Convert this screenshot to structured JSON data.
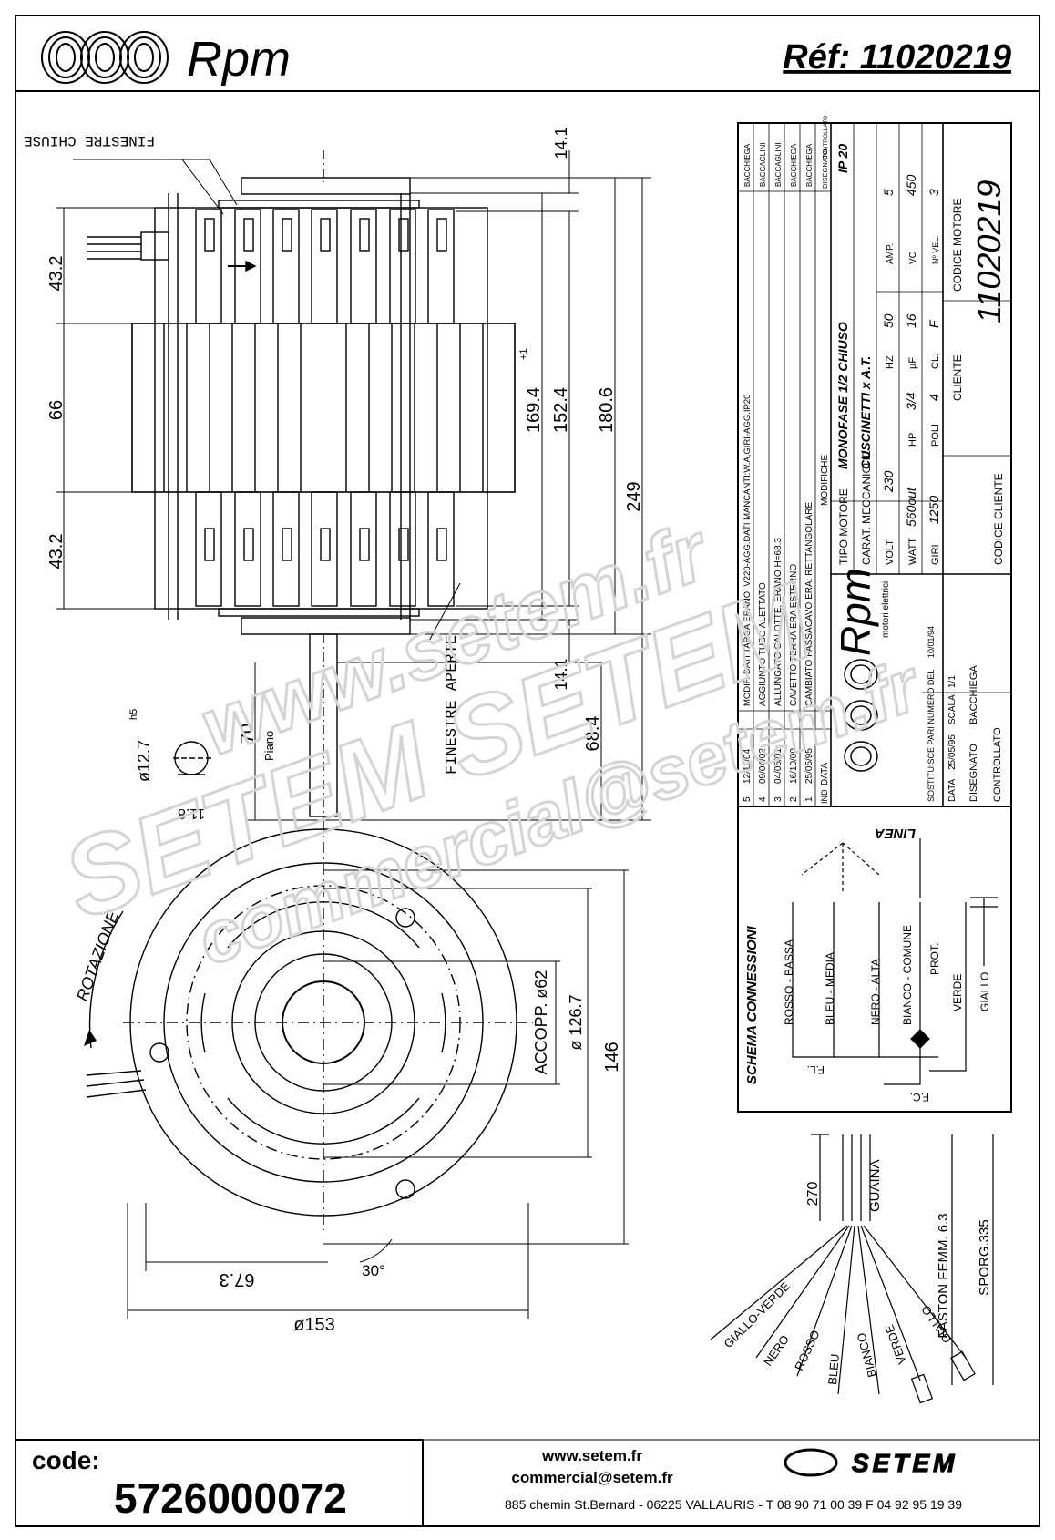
{
  "header": {
    "brand": "Rpm",
    "reference": "Réf: 11020219"
  },
  "side_view": {
    "label_closed": "FINESTRE CHIUSE",
    "label_open": "FINESTRE APERTE",
    "label_plane": "Piano",
    "dims": {
      "top_gap": "14.1",
      "bot_gap": "14.1",
      "d1": "169.4",
      "d1_tol": "+1",
      "d2": "152.4",
      "d3": "180.6",
      "d4": "249",
      "left_top": "43.2",
      "left_mid": "66",
      "left_bot": "43.2",
      "shaft": "70",
      "shaft2": "68.4",
      "shaft_dia": "ø12.7",
      "shaft_tol": "h5",
      "flat": "11.8"
    }
  },
  "front_view": {
    "rotation": "ROTAZIONE",
    "dims": {
      "accopp": "ACCOPP. ø62",
      "d126": "ø 126.7",
      "d146": "146",
      "d67": "67.3",
      "d153": "ø153",
      "angle": "30°"
    }
  },
  "title_block": {
    "revisions": [
      {
        "n": "5",
        "date": "12/11/04",
        "text": "MODIF. DATI TARGA ERANO: V220-AGG.DATI MANCANTI:W.A,GIRI-AGG.IP20",
        "by": "BACCHIEGA"
      },
      {
        "n": "4",
        "date": "09/04/03",
        "text": "AGGIUNTO TUBO ALETTATO",
        "by": "BACCAGLINI"
      },
      {
        "n": "3",
        "date": "04/05/01",
        "text": "ALLUNGATO CALOTTE, ERANO H=68.3",
        "by": "BACCAGLINI"
      },
      {
        "n": "2",
        "date": "16/10/00",
        "text": "CAVETTO TERRA ERA ESTERNO",
        "by": "BACCHIEGA"
      },
      {
        "n": "1",
        "date": "25/05/95",
        "text": "CAMBIATO PASSACAVO ERA: RETTANGOLARE",
        "by": "BACCHIEGA"
      }
    ],
    "rev_header": {
      "ind": "IND",
      "data": "DATA",
      "modifiche": "MODIFICHE",
      "disegnato": "DISEGNATO",
      "controllato": "CONTROLLATO"
    },
    "tipo_motore_label": "TIPO MOTORE",
    "tipo_motore": "MONOFASE 1/2 CHIUSO",
    "ip": "IP 20",
    "carat_label": "CARAT. MECCANICHE",
    "carat": "CUSCINETTI x A.T.",
    "specs": [
      {
        "k": "VOLT",
        "v": "230",
        "k2": "HZ",
        "v2": "50",
        "k3": "AMP.",
        "v3": "5"
      },
      {
        "k": "WATT",
        "v": "560out",
        "k2": "HP",
        "v2": "3/4",
        "k3": "µF",
        "v3": "16",
        "k4": "VC",
        "v4": "450"
      },
      {
        "k": "GIRI",
        "v": "1250",
        "k2": "POLI",
        "v2": "4",
        "k3": "CL.",
        "v3": "F",
        "k4": "Nº VEL.",
        "v4": "3"
      }
    ],
    "cliente_label": "CLIENTE",
    "codice_cliente_label": "CODICE CLIENTE",
    "codice_motore_label": "CODICE MOTORE",
    "codice_motore": "11020219",
    "rpm_sub": "motori elettrici",
    "sostituisce": "SOSTITUISCE PARI NUMERO DEL",
    "sost_date": "10/01/94",
    "data_label": "DATA",
    "data": "25/05/95",
    "scala_label": "SCALA",
    "scala": "1/1",
    "disegnato_label": "DISEGNATO",
    "disegnato": "BACCHIEGA",
    "controllato_label": "CONTROLLATO"
  },
  "connections": {
    "title": "SCHEMA CONNESSIONI",
    "linea": "LINEA",
    "wires": [
      "ROSSO - BASSA",
      "BLEU - MEDIA",
      "NERO - ALTA",
      "BIANCO - COMUNE"
    ],
    "prot": "PROT.",
    "verde": "VERDE",
    "giallo": "GIALLO",
    "fl": "F.L.",
    "fc": "F.C."
  },
  "cable": {
    "length": "270",
    "guaina": "GUAINA",
    "faston": "FASTON FEMM. 6.3",
    "sporg": "SPORG.335",
    "wires": [
      "GIALLO-VERDE",
      "NERO",
      "ROSSO",
      "BLEU",
      "BIANCO",
      "VERDE",
      "GIALLO"
    ]
  },
  "footer": {
    "code_label": "code:",
    "code": "5726000072",
    "web": "www.setem.fr",
    "email": "commercial@setem.fr",
    "address": "885 chemin St.Bernard  -  06225 VALLAURIS  -  T 08 90 71 00 39   F 04 92 95 19 39",
    "logo_text": "SETEM"
  },
  "watermark": {
    "w1": "www.setem.fr",
    "w2": "SETEM SETEM",
    "w3": "commercial@setem.fr"
  }
}
